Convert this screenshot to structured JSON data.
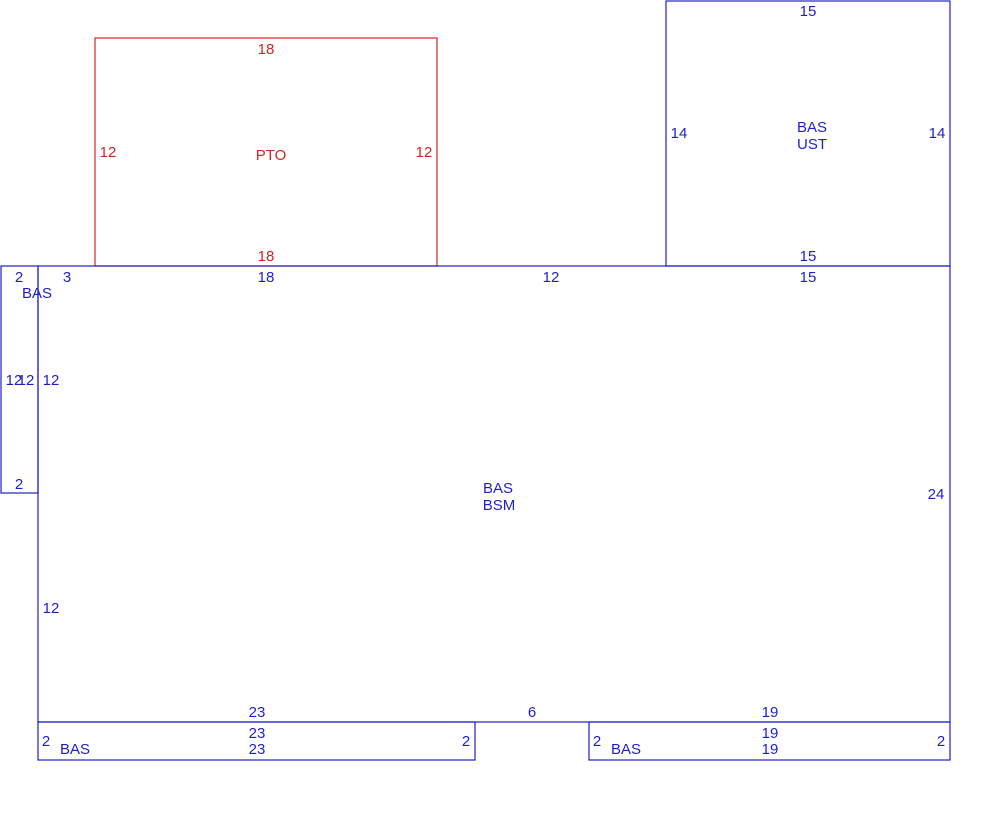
{
  "colors": {
    "main": "#1f1fc8",
    "porch": "#d42424"
  },
  "areas": {
    "pto": {
      "label": "PTO",
      "top": "18",
      "bottom": "18",
      "left": "12",
      "right": "12"
    },
    "upper_story": {
      "label_1": "BAS",
      "label_2": "UST",
      "top": "15",
      "bottom": "15",
      "left": "14",
      "right": "14"
    },
    "main_floor": {
      "label_1": "BAS",
      "label_2": "BSM",
      "top_left_notch": "3",
      "top_under_porch": "18",
      "top_middle": "12",
      "top_right": "15",
      "right": "24",
      "left_upper": "12",
      "left_lower": "12",
      "bottom_left": "23",
      "bottom_middle": "6",
      "bottom_right": "19"
    },
    "left_bay": {
      "label": "BAS",
      "top": "2",
      "bottom": "2",
      "left": "12",
      "right": "12"
    },
    "bottom_left_strip": {
      "label": "BAS",
      "top": "23",
      "bottom": "23",
      "left": "2",
      "right": "2"
    },
    "bottom_right_strip": {
      "label": "BAS",
      "top": "19",
      "bottom": "19",
      "left": "2",
      "right": "2"
    }
  }
}
